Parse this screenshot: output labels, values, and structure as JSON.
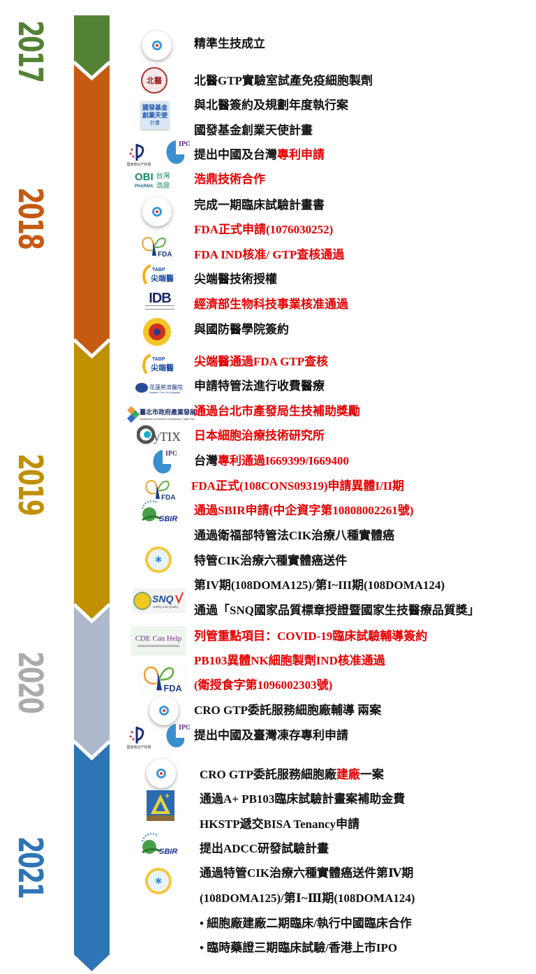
{
  "timeline": {
    "years": [
      {
        "label": "2017",
        "color": "#548235"
      },
      {
        "label": "2018",
        "color": "#c55a11"
      },
      {
        "label": "2019",
        "color": "#bf9000"
      },
      {
        "label": "2020",
        "color": "#adb9ca"
      },
      {
        "label": "2021",
        "color": "#2e75b6"
      }
    ],
    "year_label_colors": {
      "2017": "#548235",
      "2018": "#c55a11",
      "2019": "#bf9000",
      "2020": "#aeaaaa",
      "2021": "#2e75b6"
    }
  },
  "logos": {
    "precision_biotech": "Precision Biotech",
    "tmu_hospital": "北醫",
    "ndf_angel": [
      "國發基金",
      "創業天使",
      "計畫"
    ],
    "cnipa": "国家知识产权局",
    "tipo": "IPO",
    "obi": {
      "main": "OBI",
      "sub": "PHARMA",
      "cn1": "台灣",
      "cn2": "浩鼎"
    },
    "fda": "FDA",
    "tabp": {
      "main": "TABP",
      "cn": "尖端醫"
    },
    "idb": "IDB",
    "ndmc": "國防醫學院",
    "hualien": "花蓮慈濟醫院",
    "taipei_doed": "臺北市政府產業發展局",
    "cytix": "CyTIX",
    "sbir": "SBIR",
    "mohw": "衛福部",
    "snq": {
      "main": "SNQ",
      "sub": "Safety and Quality"
    },
    "cde": "CDE Can Help",
    "aplus": "A+"
  },
  "events": [
    {
      "year": "2017",
      "parts": [
        {
          "t": "精準生技成立",
          "red": false
        }
      ]
    },
    {
      "year": "2018",
      "parts": [
        {
          "t": "北醫GTP實驗室試產免疫細胞製劑",
          "red": false
        }
      ]
    },
    {
      "year": "2018",
      "parts": [
        {
          "t": "與北醫簽約及規劃年度執行案",
          "red": false
        }
      ]
    },
    {
      "year": "2018",
      "parts": [
        {
          "t": "國發基金創業天使計畫",
          "red": false
        }
      ]
    },
    {
      "year": "2018",
      "parts": [
        {
          "t": "提出中國及台灣",
          "red": false
        },
        {
          "t": "專利申請",
          "red": true
        }
      ]
    },
    {
      "year": "2018",
      "parts": [
        {
          "t": "浩鼎技術合作",
          "red": true
        }
      ]
    },
    {
      "year": "2018",
      "parts": [
        {
          "t": "完成一期臨床試驗計畫書",
          "red": false
        }
      ]
    },
    {
      "year": "2018",
      "parts": [
        {
          "t": "FDA正式申請(1076030252)",
          "red": true
        }
      ]
    },
    {
      "year": "2018",
      "parts": [
        {
          "t": "FDA IND核准/ GTP查核通過",
          "red": true
        }
      ]
    },
    {
      "year": "2018",
      "parts": [
        {
          "t": "尖端醫技術授權",
          "red": false
        }
      ]
    },
    {
      "year": "2018",
      "parts": [
        {
          "t": "經濟部生物科技事業核准通過",
          "red": true
        }
      ]
    },
    {
      "year": "2018",
      "parts": [
        {
          "t": "與國防醫學院簽約",
          "red": false
        }
      ]
    },
    {
      "year": "2019",
      "parts": [
        {
          "t": "尖端醫通過FDA GTP查核",
          "red": true
        }
      ]
    },
    {
      "year": "2019",
      "parts": [
        {
          "t": "申請特管法進行收費醫療",
          "red": false
        }
      ]
    },
    {
      "year": "2019",
      "parts": [
        {
          "t": "通過台北市產發局生技補助獎勵",
          "red": true
        }
      ]
    },
    {
      "year": "2019",
      "parts": [
        {
          "t": "日本細胞治療技術研究所",
          "red": true
        }
      ]
    },
    {
      "year": "2019",
      "parts": [
        {
          "t": "台灣",
          "red": false
        },
        {
          "t": "專利通過I669399/I669400",
          "red": true
        }
      ]
    },
    {
      "year": "2019",
      "parts": [
        {
          "t": "FDA正式(108CONS09319)申請異體I/II期",
          "red": true
        }
      ]
    },
    {
      "year": "2019",
      "parts": [
        {
          "t": "通過SBIR申請(中企資字第10808002261號)",
          "red": true
        }
      ]
    },
    {
      "year": "2019",
      "parts": [
        {
          "t": "通過衛福部特管法CIK治療八種實體癌",
          "red": false
        }
      ]
    },
    {
      "year": "2019",
      "parts": [
        {
          "t": "特管CIK治療六種實體癌送件",
          "red": false
        }
      ]
    },
    {
      "year": "2019",
      "parts": [
        {
          "t": "第IV期(108DOMA125)/第I~III期(108DOMA124)",
          "red": false
        }
      ]
    },
    {
      "year": "2019",
      "parts": [
        {
          "t": "通過「SNQ國家品質標章授證暨國家生技醫療品質獎」",
          "red": false
        }
      ]
    },
    {
      "year": "2020",
      "parts": [
        {
          "t": "列管重點項目：COVID-19臨床試驗輔導簽約",
          "red": true
        }
      ]
    },
    {
      "year": "2020",
      "parts": [
        {
          "t": "PB103異體NK細胞製劑IND核准通過",
          "red": true
        }
      ]
    },
    {
      "year": "2020",
      "parts": [
        {
          "t": "(衛授食字第1096002303號)",
          "red": true
        }
      ]
    },
    {
      "year": "2020",
      "parts": [
        {
          "t": "CRO GTP委託服務細胞廠輔導 兩案",
          "red": false
        }
      ]
    },
    {
      "year": "2020",
      "parts": [
        {
          "t": "提出中國及臺灣凍存專利申請",
          "red": false
        }
      ]
    },
    {
      "year": "2021",
      "parts": [
        {
          "t": "CRO GTP委託服務細胞廠",
          "red": false
        },
        {
          "t": "建廠",
          "red": true
        },
        {
          "t": "一案",
          "red": false
        }
      ]
    },
    {
      "year": "2021",
      "parts": [
        {
          "t": "通過A+ PB103臨床試驗計畫案補助金費",
          "red": false
        }
      ]
    },
    {
      "year": "2021",
      "parts": [
        {
          "t": "HKSTP遞交BISA Tenancy申請",
          "red": false
        }
      ]
    },
    {
      "year": "2021",
      "parts": [
        {
          "t": "提出ADCC研發試驗計畫",
          "red": false
        }
      ]
    },
    {
      "year": "2021",
      "parts": [
        {
          "t": "通過特管CIK治療六種實體癌送件第Ⅳ期",
          "red": false
        }
      ]
    },
    {
      "year": "2021",
      "parts": [
        {
          "t": "(108DOMA125)/第Ⅰ~Ⅲ期(108DOMA124)",
          "red": false
        }
      ]
    },
    {
      "year": "2021",
      "parts": [
        {
          "t": "•   細胞廠建廠二期臨床/執行中國臨床合作",
          "red": false
        }
      ]
    },
    {
      "year": "2021",
      "parts": [
        {
          "t": "•   臨時藥證三期臨床試驗/香港上市IPO",
          "red": false
        }
      ]
    }
  ]
}
